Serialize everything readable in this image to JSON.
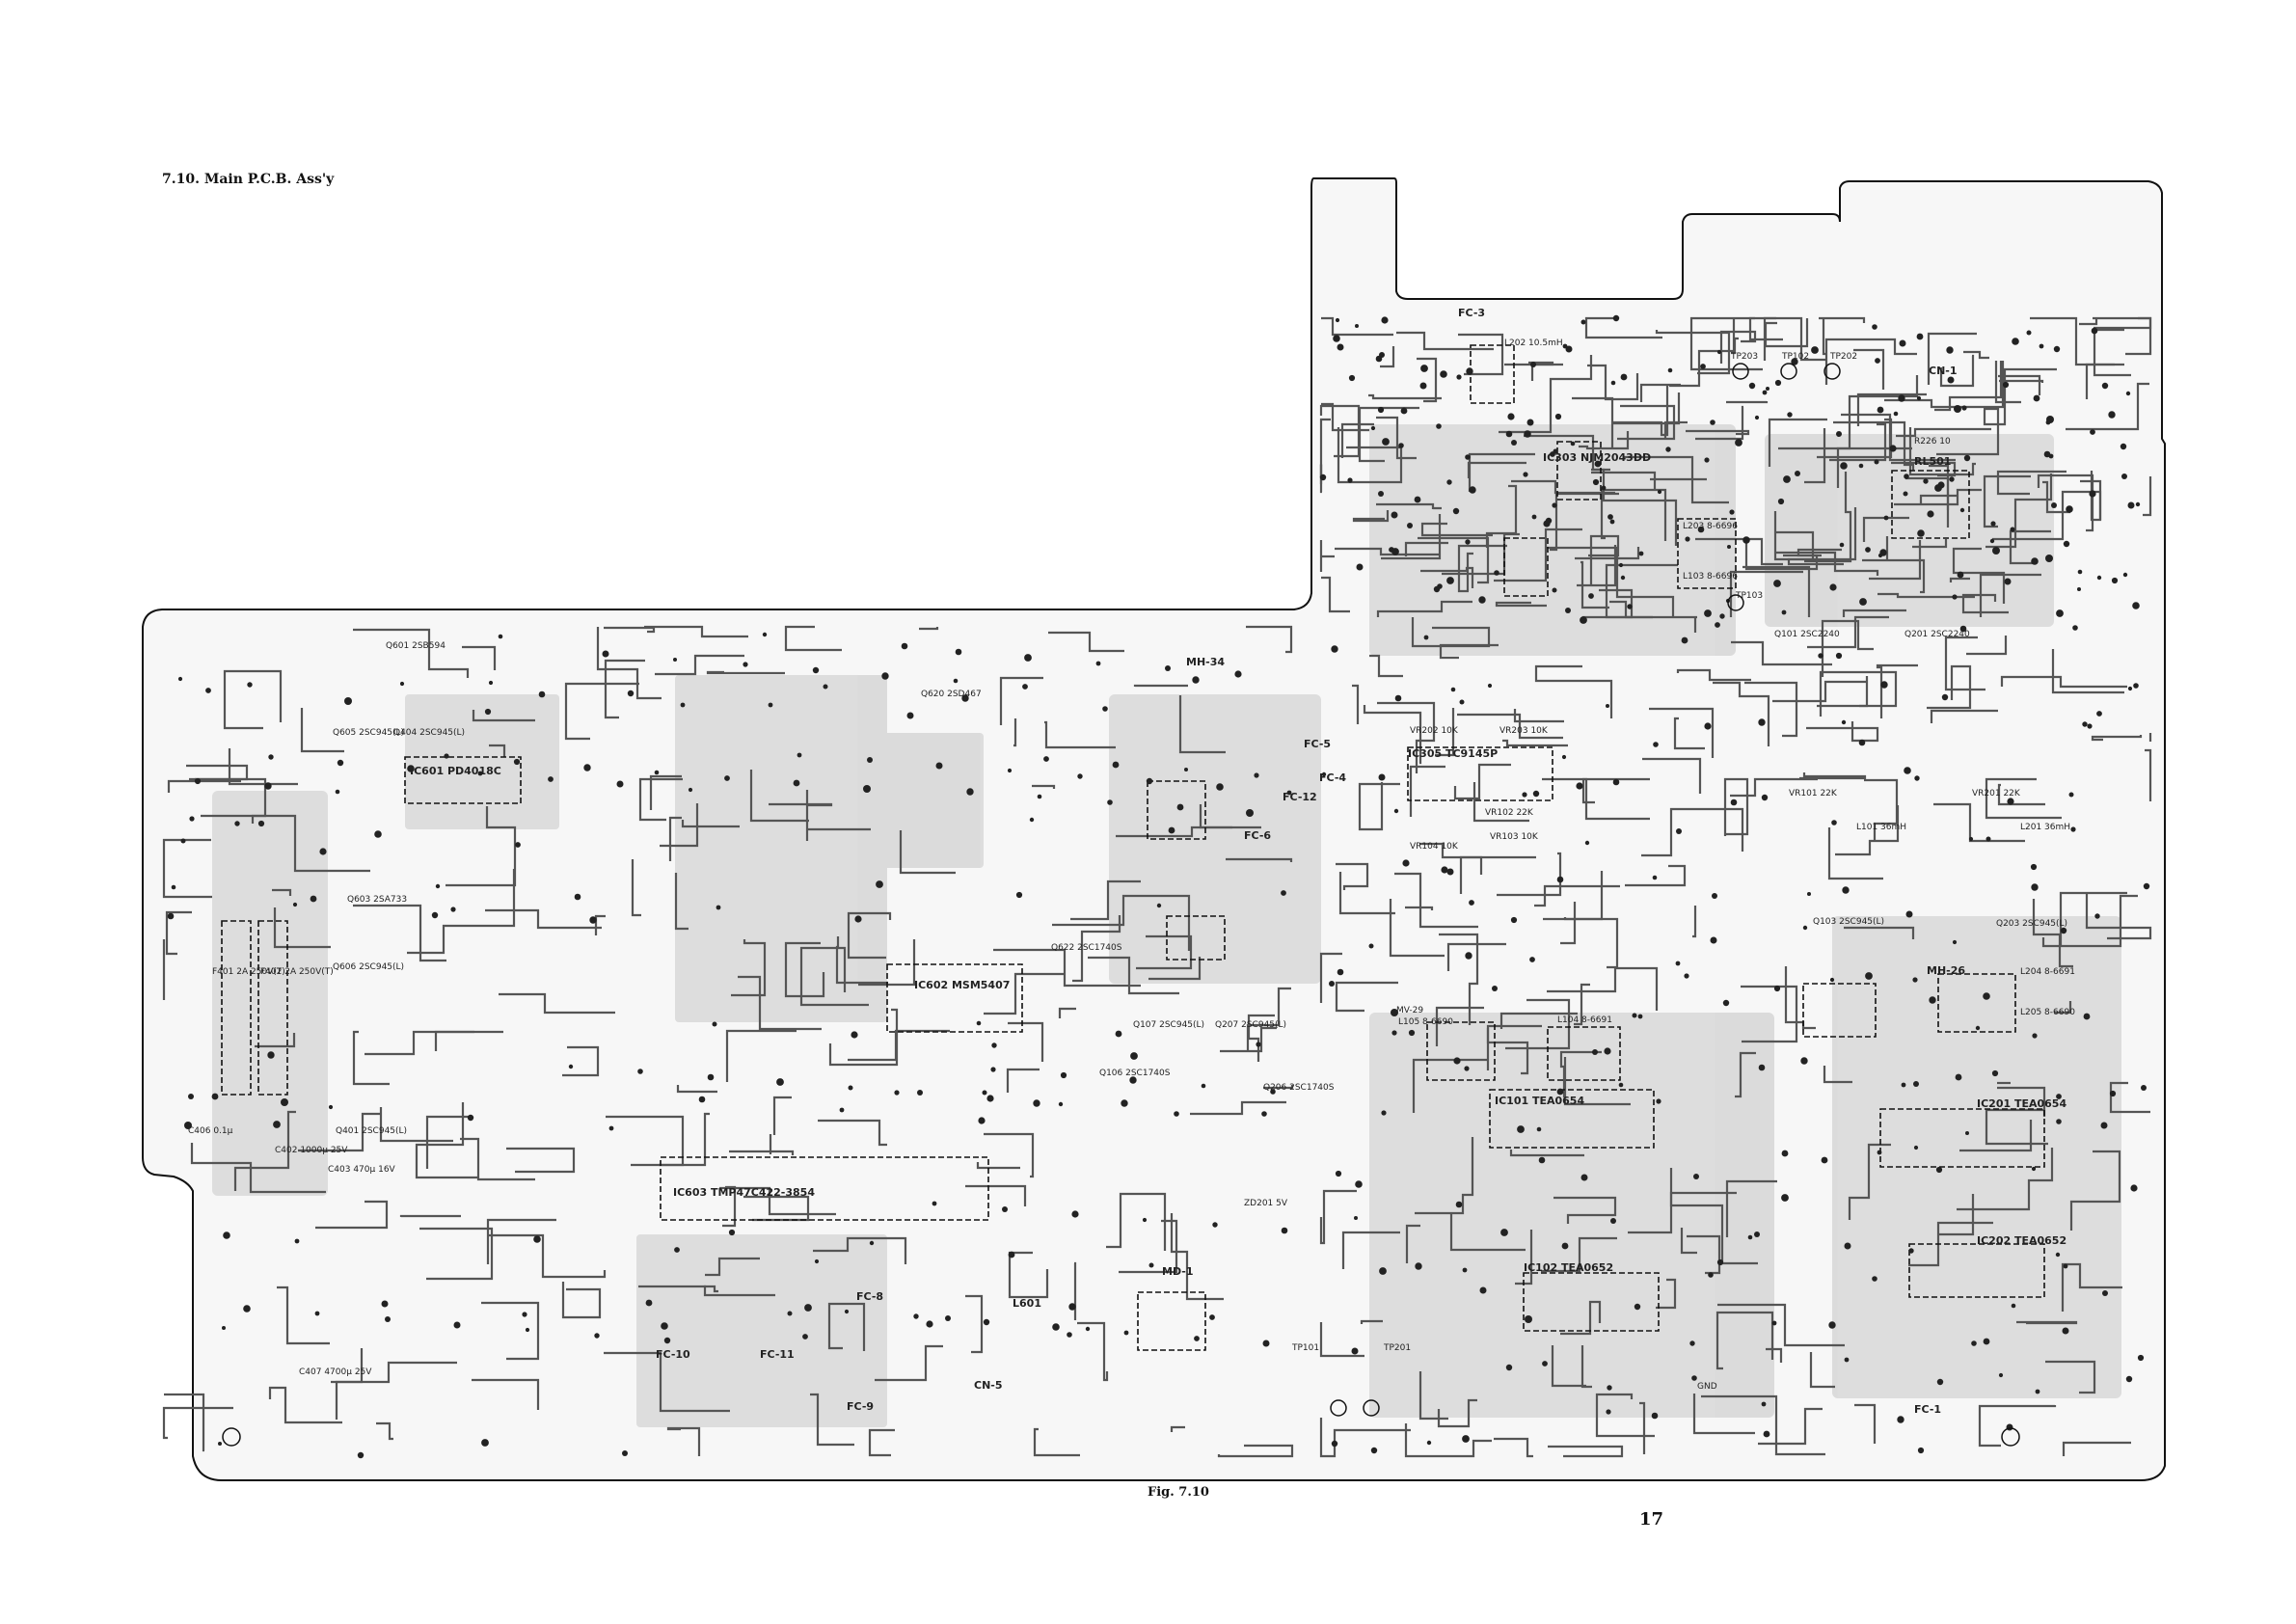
{
  "page": {
    "section_title": "7.10.  Main P.C.B. Ass'y",
    "figure_caption": "Fig. 7.10",
    "page_number": "17"
  },
  "board": {
    "outline_color": "#111111",
    "trace_color": "#555555",
    "pad_color": "#222222",
    "component_labels": [
      "FC-3",
      "L202 10.5mH",
      "TP203",
      "TP102",
      "TP202",
      "CN-1",
      "R226 10",
      "RL501",
      "IC303 NJM2043DD",
      "L103 8-6696",
      "L203 8-6696",
      "TP103",
      "Q101 2SC2240",
      "Q201 2SC2240",
      "VR101 22K",
      "VR201 22K",
      "L101 36mH",
      "L201 36mH",
      "Q103 2SC945(L)",
      "Q203 2SC945(L)",
      "MH-26",
      "L204 8-6691",
      "L205 8-6690",
      "IC201 TEA0654",
      "IC202 TEA0652",
      "FC-1",
      "IC101 TEA0654",
      "IC102 TEA0652",
      "L104 8-6691",
      "L105 8-6690",
      "MV-29",
      "IC305 TC9145P",
      "VR102 22K",
      "VR103 10K",
      "VR104 10K",
      "VR202 10K",
      "VR203 10K",
      "MH-34",
      "FC-6",
      "FC-5",
      "FC-4",
      "FC-12",
      "TP101",
      "TP201",
      "MD-1",
      "CN-5",
      "L601",
      "IC603 TMP47C422-3854",
      "IC602 MSM5407",
      "IC601 PD4018C",
      "Q601 2SB594",
      "Q605 2SC945(L)",
      "Q603 2SA733",
      "Q606 2SC945(L)",
      "Q404 2SC945(L)",
      "Q401 2SC945(L)",
      "F401 2A 250V(T)",
      "F402 2A 250V(T)",
      "C406 0.1μ",
      "C402 1000μ 25V",
      "C403 470μ 16V",
      "C407 4700μ 25V",
      "FC-8",
      "FC-10",
      "FC-11",
      "FC-9",
      "Q107 2SC945(L)",
      "Q207 2SC945(L)",
      "Q106 2SC1740S",
      "Q206 2SC1740S",
      "ZD201 5V",
      "Q622 2SC1740S",
      "Q620 2SD467",
      "GND"
    ]
  }
}
